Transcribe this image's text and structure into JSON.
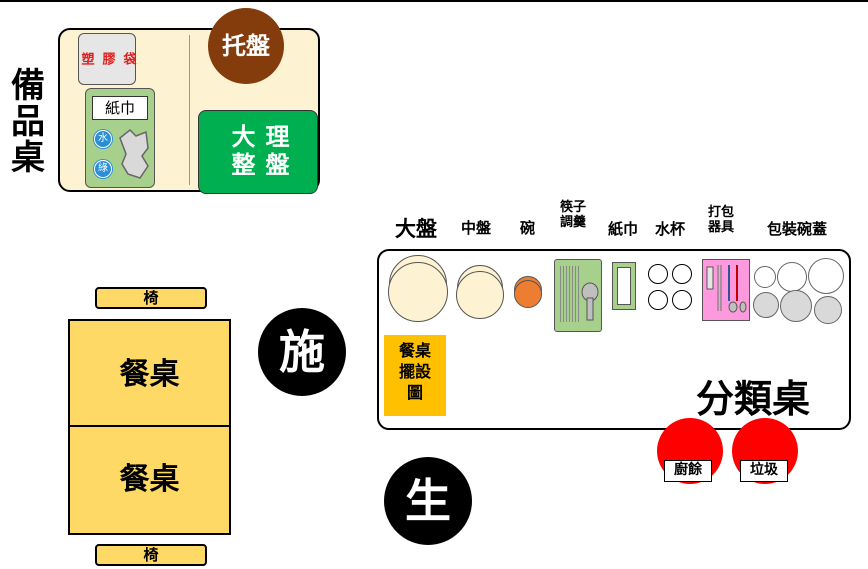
{
  "prep_table": {
    "label_chars": [
      "備",
      "品",
      "桌"
    ],
    "plastic_bag": [
      "塑",
      "膠",
      "袋"
    ],
    "tissue": "紙巾",
    "water_badge": "水",
    "green_badge": "綠",
    "tray": "托盤",
    "big_tray": [
      "大整",
      "理盤"
    ]
  },
  "dining": {
    "chair_top": "椅",
    "chair_bottom": "椅",
    "table_1": "餐桌",
    "table_2": "餐桌"
  },
  "service": {
    "char_1": "施",
    "char_2": "生"
  },
  "sorting_table": {
    "title": "分類桌",
    "columns": {
      "large_plate": "大盤",
      "medium_plate": "中盤",
      "bowl": "碗",
      "chopsticks_1": "筷子",
      "chopsticks_2": "調羹",
      "napkin": "紙巾",
      "cup": "水杯",
      "packing_1": "打包",
      "packing_2": "器具",
      "lids": "包裝碗蓋"
    },
    "layout_card": [
      "餐桌",
      "擺設",
      "圖"
    ],
    "bins": {
      "kitchen_waste": "廚餘",
      "garbage": "垃圾"
    }
  },
  "colors": {
    "tray": "#843c0c",
    "big_tray": "#00b050",
    "dining": "#ffd966",
    "bin": "#ff0000",
    "layout_card": "#ffc000",
    "packing": "#ff99dd",
    "bowl": "#ed7d31"
  }
}
